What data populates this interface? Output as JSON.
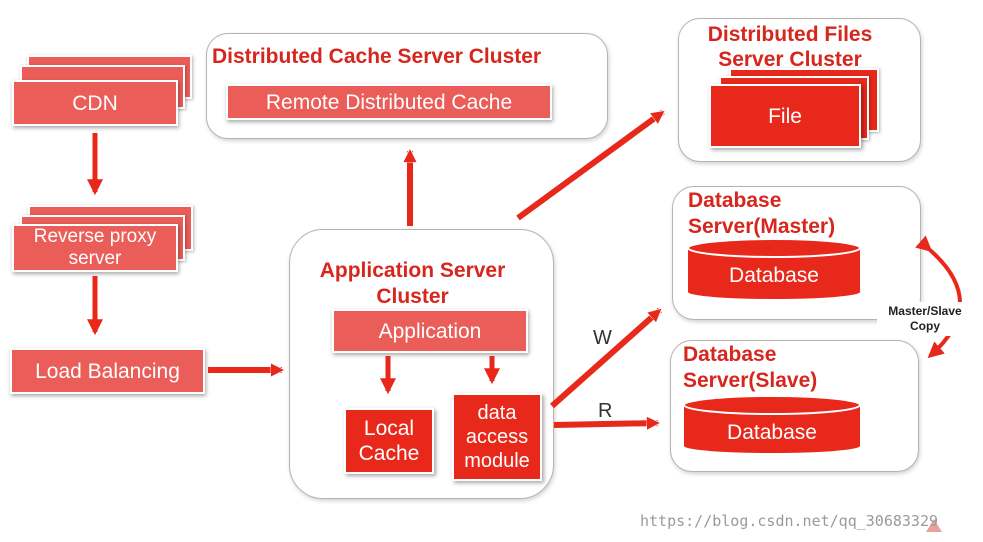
{
  "left": {
    "cdn": "CDN",
    "reverse_proxy": "Reverse proxy server",
    "load_balancing": "Load Balancing"
  },
  "cache_cluster": {
    "title": "Distributed Cache Server Cluster",
    "box": "Remote Distributed Cache"
  },
  "files_cluster": {
    "title": "Distributed Files Server Cluster",
    "box": "File"
  },
  "app_cluster": {
    "title": "Application Server Cluster",
    "application": "Application",
    "local_cache": "Local Cache",
    "data_access": "data access module"
  },
  "db_master": {
    "title": "Database Server(Master)",
    "db": "Database"
  },
  "db_slave": {
    "title": "Database Server(Slave)",
    "db": "Database"
  },
  "labels": {
    "write": "W",
    "read": "R",
    "replication": "Master/Slave Copy"
  },
  "watermark": "https://blog.csdn.net/qq_30683329",
  "colors": {
    "brand_red": "#e8281b",
    "light_red": "#ea5d59",
    "title_red": "#d7261d"
  }
}
